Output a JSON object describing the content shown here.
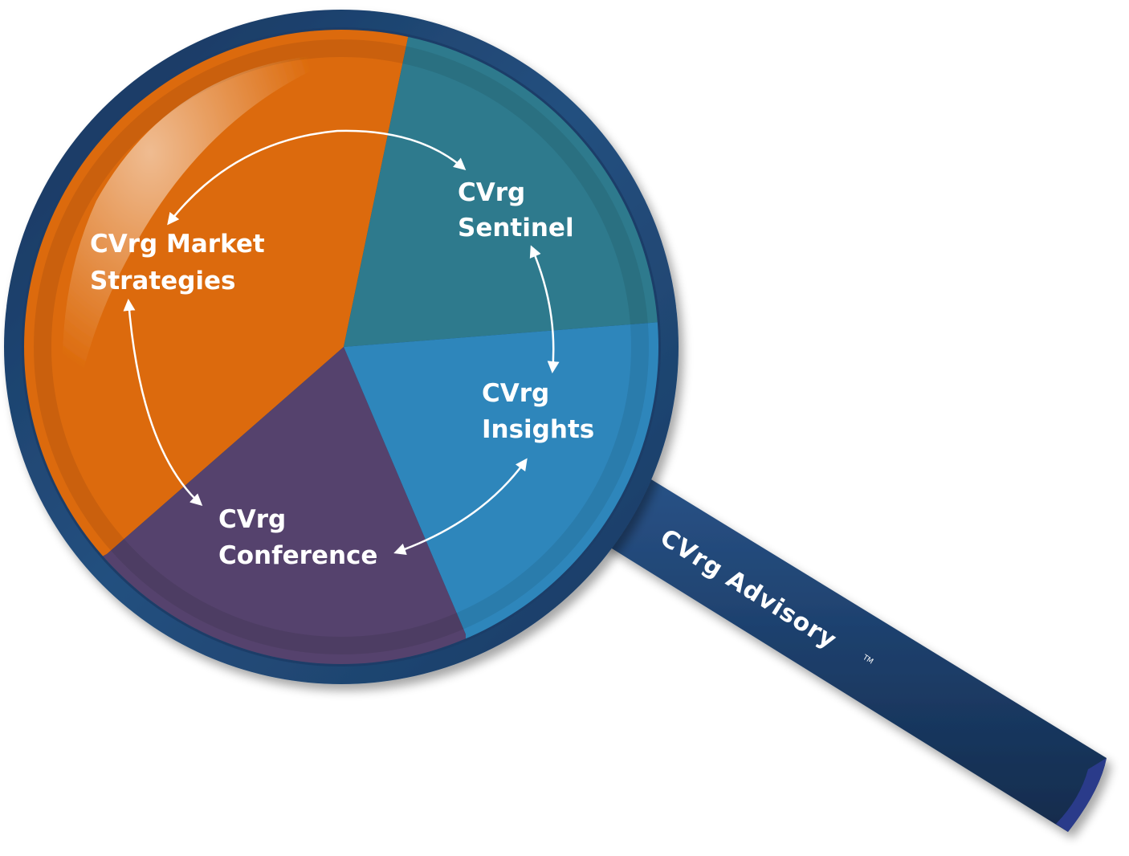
{
  "segments": [
    {
      "id": "market-strategies",
      "lines": [
        "CVrg Market",
        "Strategies"
      ],
      "color": "#dc6a0b"
    },
    {
      "id": "sentinel",
      "lines": [
        "CVrg",
        "Sentinel"
      ],
      "color": "#2e7a8d"
    },
    {
      "id": "insights",
      "lines": [
        "CVrg",
        "Insights"
      ],
      "color": "#2f86bb"
    },
    {
      "id": "conference",
      "lines": [
        "CVrg",
        "Conference"
      ],
      "color": "#55436d"
    }
  ],
  "handle": {
    "label": "CVrg Advisory",
    "trademark": "TM",
    "color": "#1d3f6b"
  },
  "rim_color": "#1e4573",
  "background": "#ffffff"
}
